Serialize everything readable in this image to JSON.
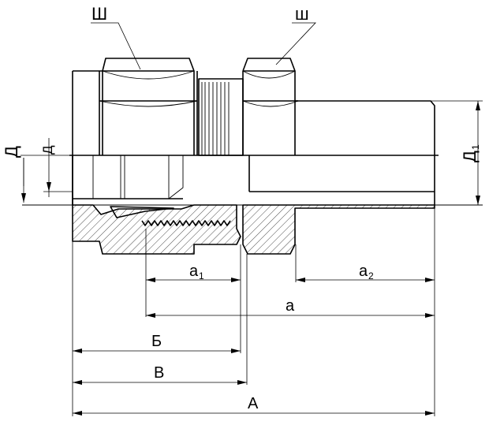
{
  "labels": {
    "sh_large": "Ш",
    "sh_small": "ш",
    "D_large": "Д",
    "D_small": "Д",
    "D1_main": "Д",
    "D1_sub": "1",
    "a1_main": "a",
    "a1_sub": "1",
    "a2_main": "a",
    "a2_sub": "2",
    "a": "a",
    "B_cyr": "Б",
    "V_cyr": "В",
    "A_cyr": "А"
  }
}
